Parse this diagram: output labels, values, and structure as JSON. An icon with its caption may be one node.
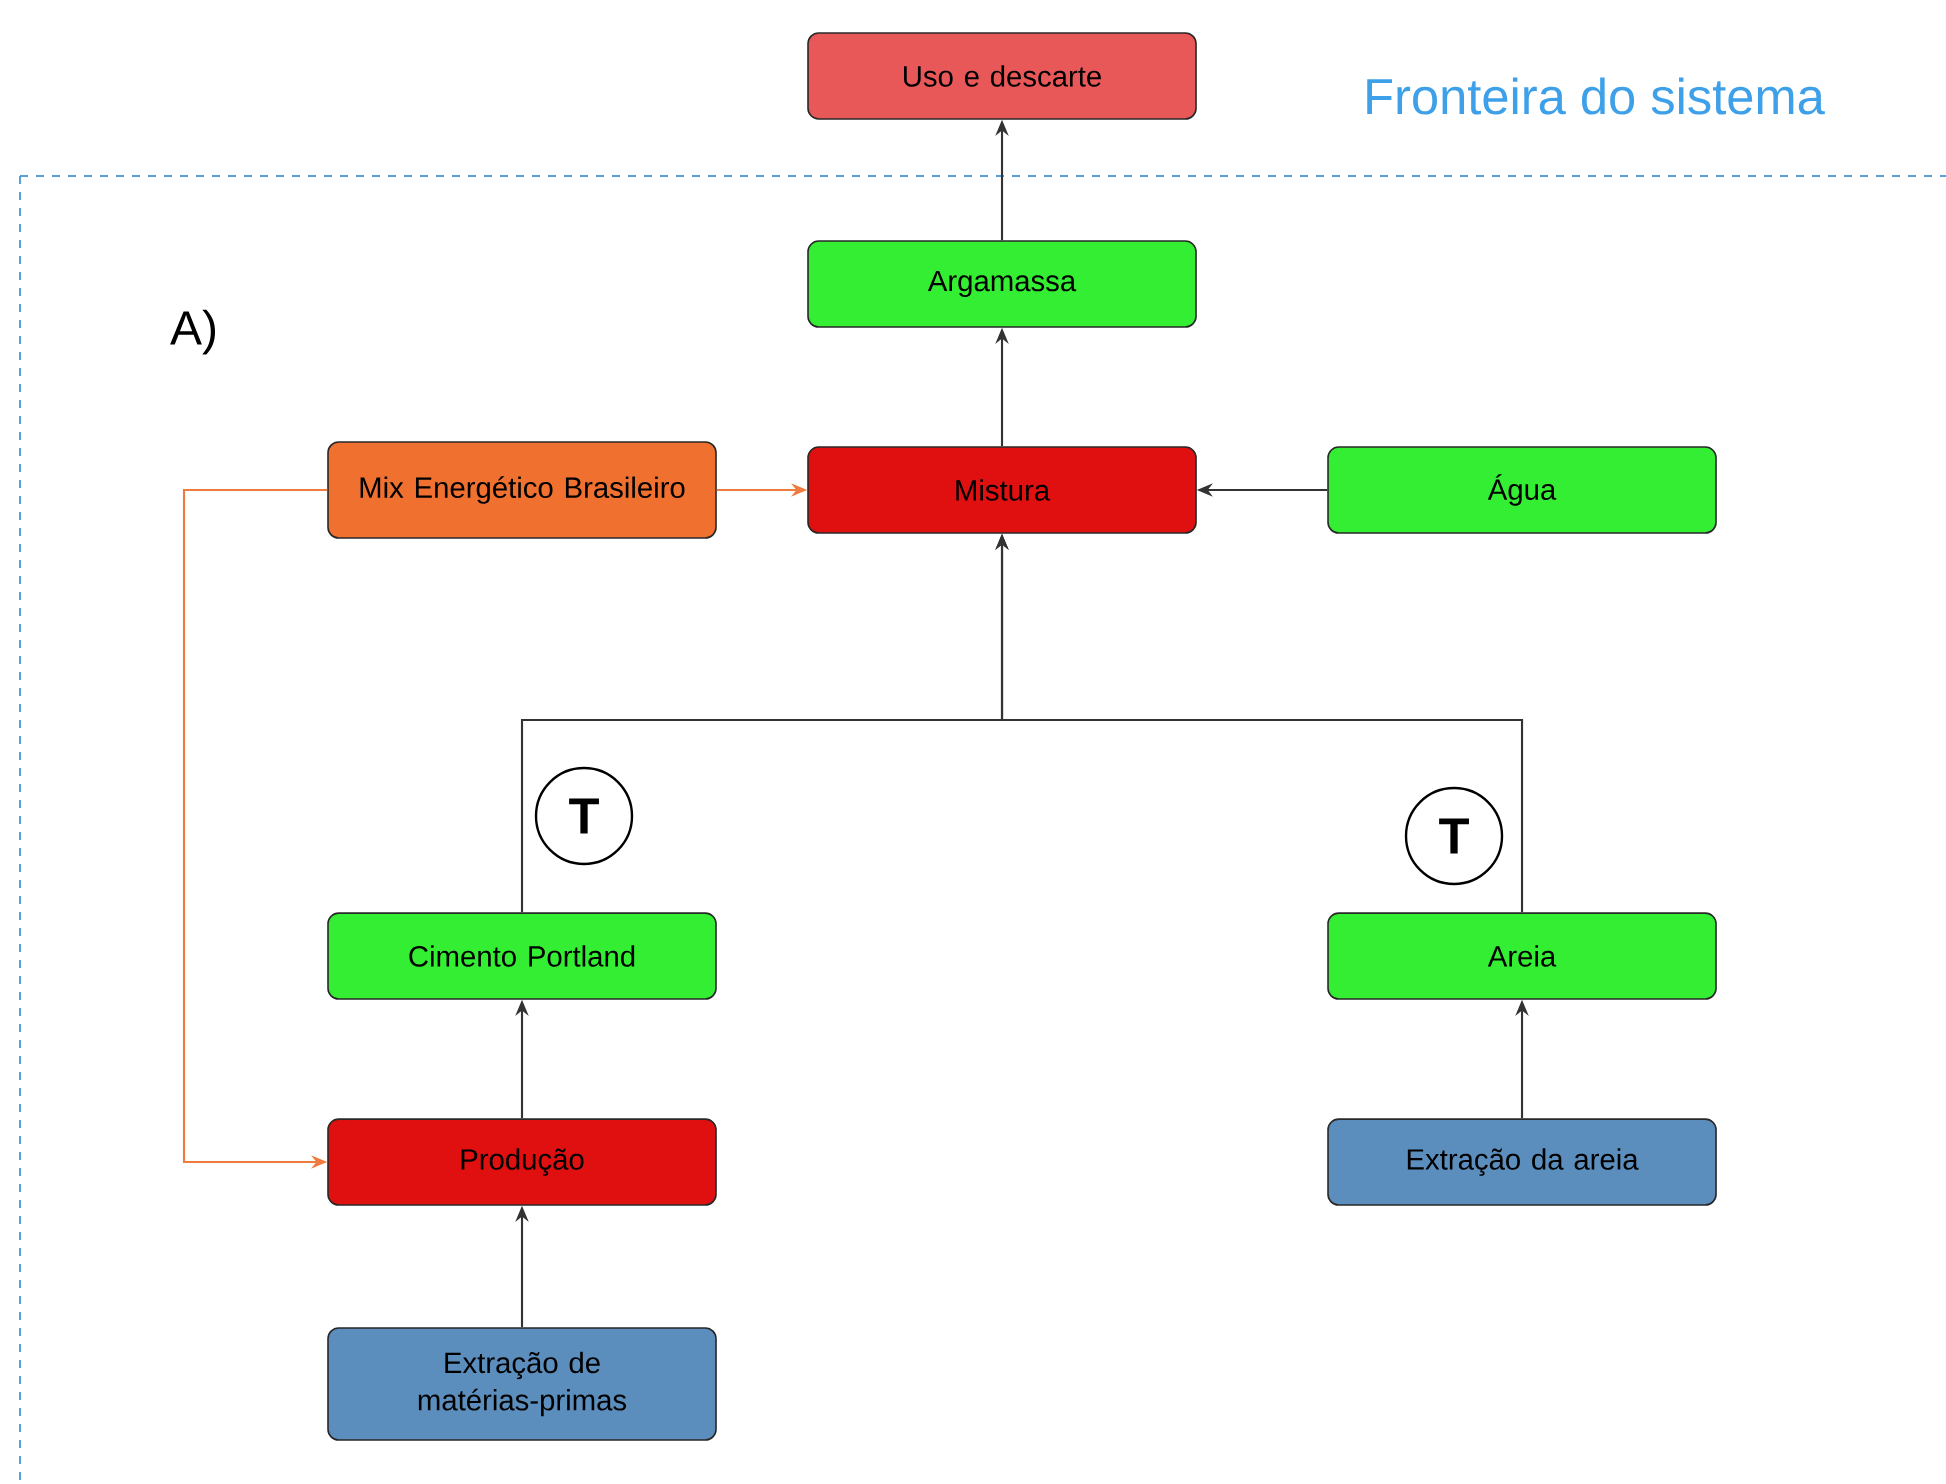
{
  "diagram": {
    "nodes": [
      {
        "text": [
          "Uso e descarte"
        ]
      },
      {
        "text": [
          "Argamassa"
        ]
      },
      {
        "text": [
          "Mistura"
        ]
      },
      {
        "text": [
          "Mix Energético Brasileiro"
        ]
      },
      {
        "text": [
          "Água"
        ]
      },
      {
        "text": [
          "Cimento Portland"
        ]
      },
      {
        "text": [
          "Areia"
        ]
      },
      {
        "text": [
          "Produção"
        ]
      },
      {
        "text": [
          "Extração da areia"
        ]
      },
      {
        "text": [
          "Extração de matérias-primas"
        ]
      },
      {
        "text": [
          "T"
        ]
      },
      {
        "text": [
          "T"
        ]
      }
    ],
    "edges": [
      {
        "from": 1,
        "to": 0,
        "arrow": "to"
      },
      {
        "from": 2,
        "to": 1,
        "arrow": "to"
      },
      {
        "from": 3,
        "to": 2,
        "arrow": "to",
        "color": "#f07b3f"
      },
      {
        "from": 4,
        "to": 2,
        "arrow": "to"
      },
      {
        "from": 5,
        "to": 2,
        "arrow": "to"
      },
      {
        "from": 6,
        "to": 2,
        "arrow": "to"
      },
      {
        "from": 7,
        "to": 5,
        "arrow": "to"
      },
      {
        "from": 8,
        "to": 6,
        "arrow": "to"
      },
      {
        "from": 9,
        "to": 7,
        "arrow": "to"
      },
      {
        "from": 3,
        "to": 7,
        "arrow": "to",
        "color": "#f07b3f"
      }
    ],
    "labels": [
      "Fronteira do sistema",
      "A)"
    ]
  }
}
